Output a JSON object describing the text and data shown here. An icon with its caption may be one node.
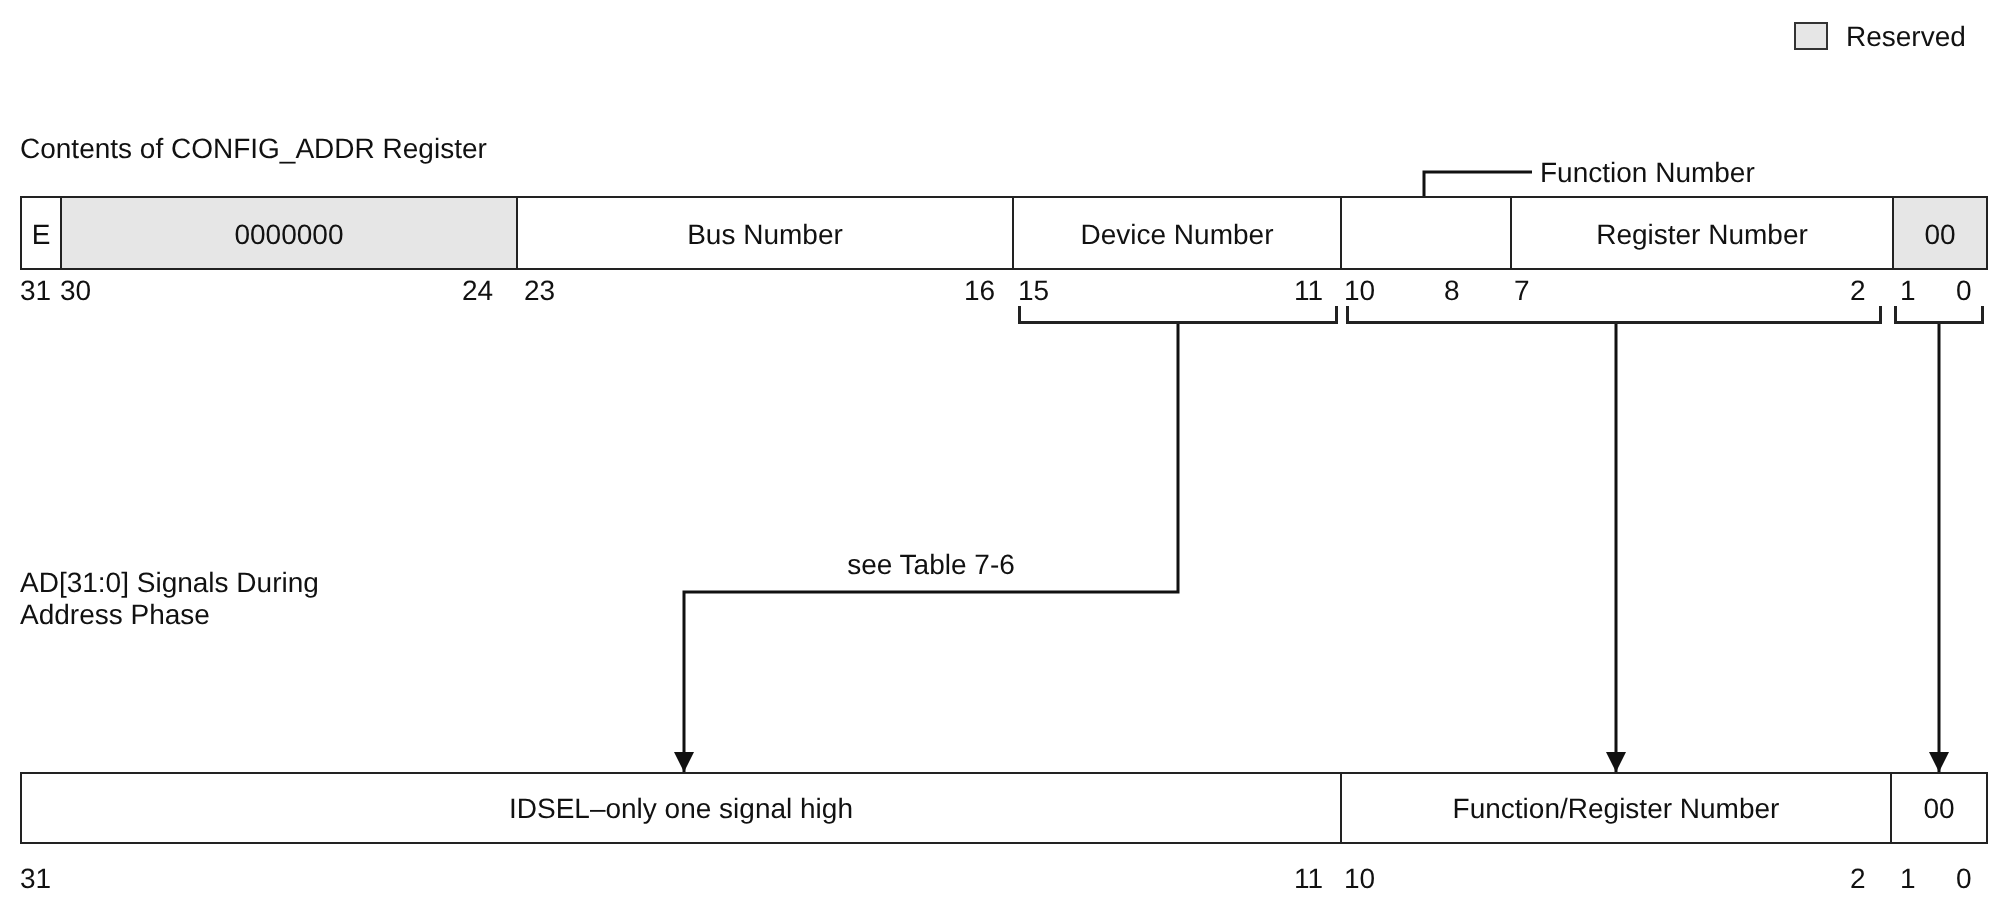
{
  "diagram": {
    "nodes": [
      {
        "text": [
          "Function Number"
        ]
      },
      {
        "text": [
          "E"
        ]
      },
      {
        "text": [
          "0000000"
        ]
      },
      {
        "text": [
          "Bus Number"
        ]
      },
      {
        "text": [
          "Device Number"
        ]
      },
      {
        "text": [],
        "shape": "box"
      },
      {
        "text": [
          "Register Number"
        ]
      },
      {
        "text": [
          "00"
        ]
      },
      {
        "text": [],
        "shape": "bracket"
      },
      {
        "text": [],
        "shape": "bracket"
      },
      {
        "text": [],
        "shape": "bracket"
      },
      {
        "text": [
          "IDSEL–only one signal high"
        ]
      },
      {
        "text": [
          "Function/Register Number"
        ]
      },
      {
        "text": [
          "00"
        ]
      }
    ],
    "edges": [
      {
        "from": 0,
        "to": 5,
        "arrow": "none"
      },
      {
        "from": 8,
        "to": 11,
        "arrow": "to",
        "label": "see Table 7-6"
      },
      {
        "from": 9,
        "to": 12,
        "arrow": "to"
      },
      {
        "from": 10,
        "to": 13,
        "arrow": "to"
      }
    ],
    "labels": [
      "Contents of CONFIG_ADDR Register",
      "31",
      "30",
      "24",
      "23",
      "16",
      "15",
      "11",
      "10",
      "8",
      "7",
      "2",
      "1",
      "0",
      "AD[31:0] Signals During Address Phase",
      "31",
      "11",
      "10",
      "2",
      "1",
      "0"
    ],
    "legend": [
      {
        "text": "Reserved",
        "color": "#e6e6e6"
      }
    ]
  }
}
